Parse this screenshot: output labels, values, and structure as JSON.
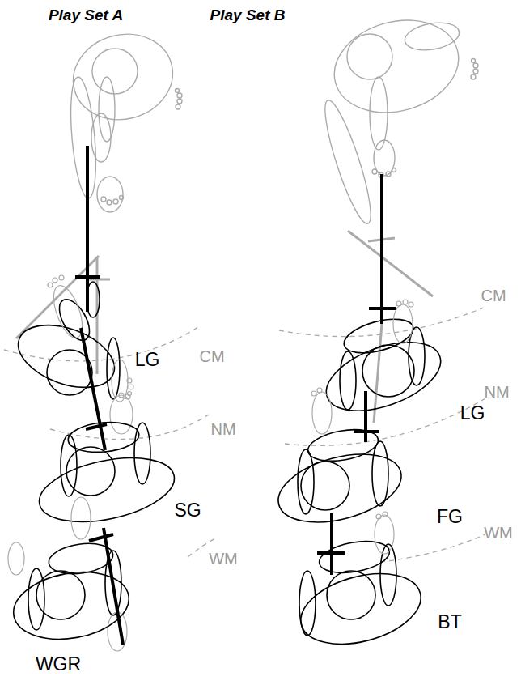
{
  "diagram": {
    "labels": [
      "Play Set A",
      "Play Set B",
      "CM",
      "NM",
      "WM",
      "LG",
      "SG",
      "WGR",
      "CM",
      "NM",
      "WM",
      "LG",
      "FG",
      "BT"
    ]
  }
}
